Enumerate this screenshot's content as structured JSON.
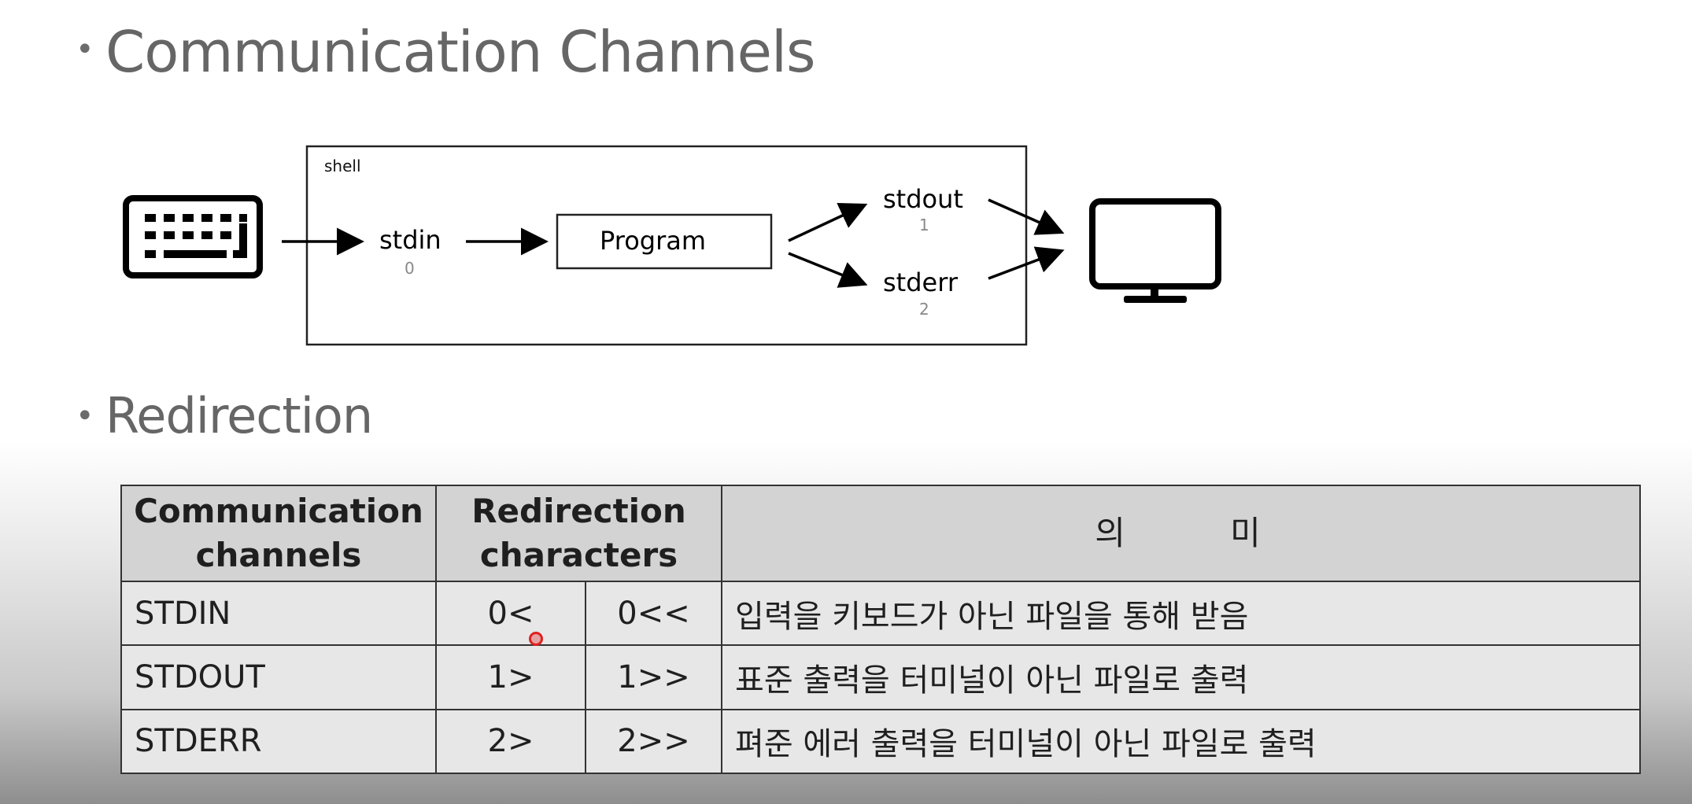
{
  "headings": {
    "bullet": "•",
    "channels": "Communication Channels",
    "redirection": "Redirection"
  },
  "diagram": {
    "shell_label": "shell",
    "stdin": {
      "label": "stdin",
      "fd": "0"
    },
    "program": "Program",
    "stdout": {
      "label": "stdout",
      "fd": "1"
    },
    "stderr": {
      "label": "stderr",
      "fd": "2"
    },
    "input_device_icon": "keyboard-icon",
    "output_device_icon": "monitor-icon"
  },
  "table": {
    "headers": {
      "channels": "Communication channels",
      "redirection": "Redirection characters",
      "meaning": "의 미"
    },
    "rows": [
      {
        "channel": "STDIN",
        "single": "0<",
        "double": "0<<",
        "meaning": "입력을 키보드가 아닌 파일을 통해 받음"
      },
      {
        "channel": "STDOUT",
        "single": "1>",
        "double": "1>>",
        "meaning": "표준 출력을 터미널이 아닌 파일로 출력"
      },
      {
        "channel": "STDERR",
        "single": "2>",
        "double": "2>>",
        "meaning": "펴준 에러 출력을 터미널이 아닌 파일로 출력"
      }
    ]
  }
}
